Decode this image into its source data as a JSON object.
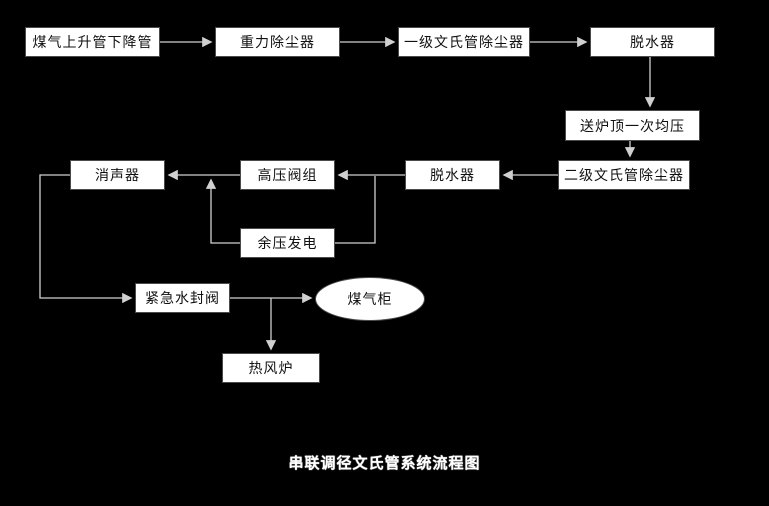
{
  "diagram": {
    "title": "串联调径文氏管系统流程图",
    "nodes": {
      "gas_riser": {
        "label": "煤气上升管下降管"
      },
      "gravity_collector": {
        "label": "重力除尘器"
      },
      "venturi_stage1": {
        "label": "一级文氏管除尘器"
      },
      "dehydrator_1": {
        "label": "脱水器"
      },
      "top_equalizing": {
        "label": "送炉顶一次均压"
      },
      "venturi_stage2": {
        "label": "二级文氏管除尘器"
      },
      "dehydrator_2": {
        "label": "脱水器"
      },
      "hp_valve_group": {
        "label": "高压阀组"
      },
      "silencer": {
        "label": "消声器"
      },
      "trt_power": {
        "label": "余压发电"
      },
      "emergency_water_seal_valve": {
        "label": "紧急水封阀"
      },
      "gas_holder": {
        "label": "煤气柜"
      },
      "hot_blast_stove": {
        "label": "热风炉"
      }
    },
    "colors": {
      "background": "#000000",
      "node_fill": "#ffffff",
      "node_border": "#4a4a4a",
      "node_text": "#111111",
      "connector": "#d0d0d0"
    }
  }
}
